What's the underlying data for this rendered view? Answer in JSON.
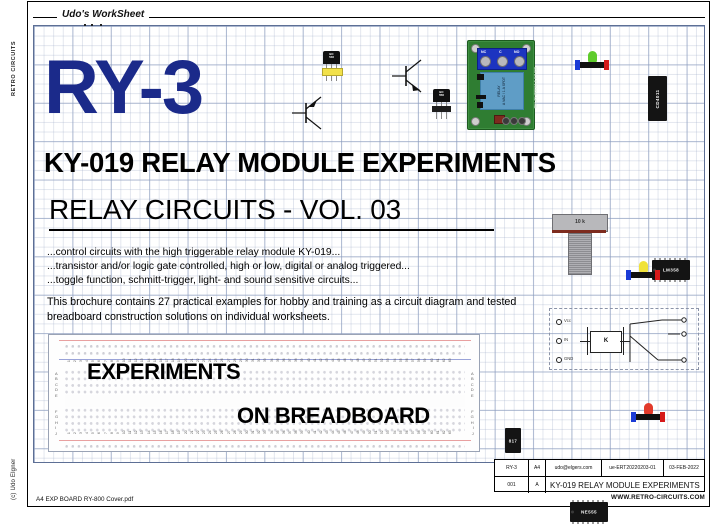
{
  "sheet": {
    "header_caption": "Udo's WorkSheet",
    "side_label_left": "RETRO CIRCUITS",
    "side_label_bottom": "(c) Udo Elgner",
    "footer_filename": "A4 EXP BOARD RY-800 Cover.pdf",
    "footer_url": "WWW.RETRO-CIRCUITS.COM"
  },
  "cover": {
    "code": "RY-3",
    "code_color": "#1b2a8a",
    "headline": "KY-019 RELAY MODULE EXPERIMENTS",
    "subhead": "RELAY CIRCUITS - VOL. 03",
    "bullets": [
      "...control circuits with the high triggerable relay module KY-019...",
      "...transistor and/or logic gate controlled, high or low, digital or analog triggered...",
      "...toggle function, schmitt-trigger, light- and sound sensitive circuits..."
    ],
    "paragraph": "This brochure contains 27 practical examples for hobby and training as a circuit diagram and tested breadboard construction solutions on individual worksheets."
  },
  "breadboard": {
    "label_top": "EXPERIMENTS",
    "label_bottom": "ON BREADBOARD",
    "letters_upper": "A B C D E",
    "letters_lower": "F G H I J",
    "column_count": 63
  },
  "components": {
    "relay_module": {
      "name": "KY-019 relay module",
      "terminal_labels": [
        "NC",
        "C",
        "NO"
      ],
      "relay_can_text": "RELAY\nA VAC / 1 A SPDT",
      "side_text": "RELAY MODULE KY-019",
      "pcb_color": "#2f7d32",
      "terminal_color": "#1c34c0"
    },
    "transistor_to92_1": "BC\n548",
    "transistor_to92_2": "BC\n558",
    "potentiometer": "10 k",
    "ic_lm358": "LM358",
    "ic_ne555": "NE555",
    "ic_cd4011": "CD4011",
    "optocoupler": "817",
    "led_green_color": "#5ecb2b",
    "led_yellow_color": "#f0e23a",
    "led_red_color": "#e23a2b"
  },
  "schematic": {
    "pin_labels": [
      "Vcc",
      "IN",
      "GND"
    ],
    "coil_label": "K"
  },
  "title_block": {
    "row1": [
      {
        "name": "drawing-no",
        "value": "RY-3"
      },
      {
        "name": "format",
        "value": "A4"
      },
      {
        "name": "email",
        "value": "udo@elgers.com"
      },
      {
        "name": "doc-id",
        "value": "ue-ERT20220203-01"
      },
      {
        "name": "date",
        "value": "03-FEB-2022"
      }
    ],
    "row2": [
      {
        "name": "sheet-no",
        "value": "001"
      },
      {
        "name": "revision",
        "value": "A"
      },
      {
        "name": "title",
        "value": "KY-019 RELAY MODULE EXPERIMENTS"
      }
    ]
  }
}
